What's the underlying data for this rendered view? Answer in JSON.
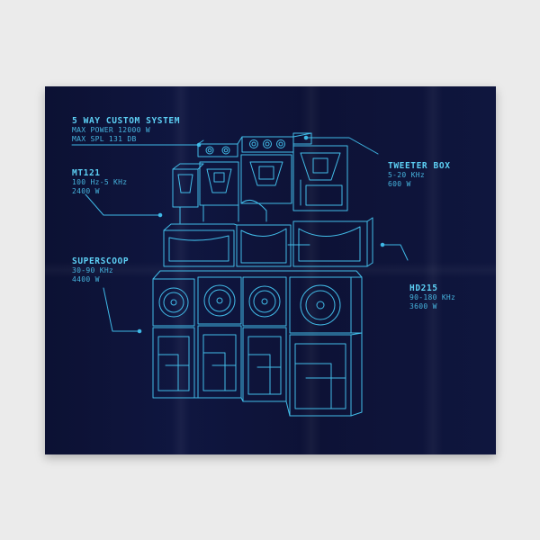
{
  "callouts": {
    "system": {
      "title": "5 WAY CUSTOM SYSTEM",
      "lines": [
        "MAX POWER 12000 W",
        "MAX SPL 131 DB"
      ]
    },
    "mt121": {
      "title": "MT121",
      "lines": [
        "100 Hz-5 KHz",
        "2400 W"
      ]
    },
    "superscoop": {
      "title": "SUPERSCOOP",
      "lines": [
        "30-90 KHz",
        "4400 W"
      ]
    },
    "tweeter": {
      "title": "TWEETER BOX",
      "lines": [
        "5-20 KHz",
        "600 W"
      ]
    },
    "hd215": {
      "title": "HD215",
      "lines": [
        "90-180 KHz",
        "3600 W"
      ]
    }
  },
  "colors": {
    "wall": "#ebebeb",
    "poster": "#0e1439",
    "line": "#3fb8e6",
    "text": "#5dd0f5"
  }
}
